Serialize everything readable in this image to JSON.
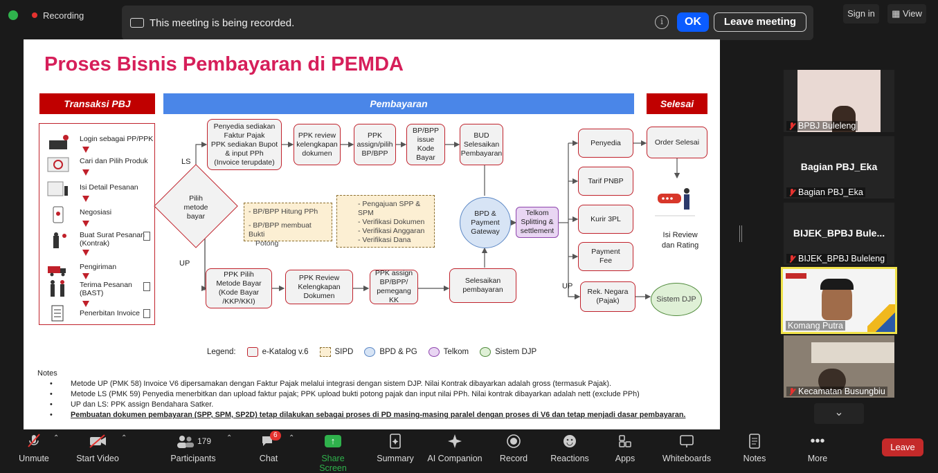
{
  "topbar": {
    "recording_label": "Recording",
    "banner_message": "This meeting is being recorded.",
    "ok_label": "OK",
    "leave_meeting_label": "Leave meeting",
    "sign_in_label": "Sign in",
    "view_label": "View"
  },
  "slide": {
    "title": "Proses Bisnis Pembayaran di PEMDA",
    "headers": {
      "transaksi": "Transaksi PBJ",
      "pembayaran": "Pembayaran",
      "selesai": "Selesai"
    },
    "left_steps": [
      "Login sebagai PP/PPK",
      "Cari dan Pilih Produk",
      "Isi Detail Pesanan",
      "Negosiasi",
      "Buat Surat Pesanan",
      "(Kontrak)",
      "Pengiriman",
      "Terima Pesanan",
      "(BAST)",
      "Penerbitan Invoice"
    ],
    "decision": [
      "Pilih",
      "metode",
      "bayar"
    ],
    "ls_label": "LS",
    "up_label": "UP",
    "up_label2": "UP",
    "ls_boxes": {
      "penyedia": [
        "Penyedia sediakan",
        "Faktur Pajak",
        "PPK sediakan Bupot",
        "& input PPh",
        "(Invoice terupdate)"
      ],
      "ppk_review": [
        "PPK review",
        "kelengkapan",
        "dokumen"
      ],
      "ppk_assign": [
        "PPK",
        "assign/pilih",
        "BP/BPP"
      ],
      "bp_issue": [
        "BP/BPP",
        "issue Kode",
        "Bayar"
      ],
      "bud": [
        "BUD",
        "Selesaikan",
        "Pembayaran"
      ]
    },
    "up_boxes": {
      "ppk_pilih": [
        "PPK Pilih",
        "Metode Bayar",
        "(Kode Bayar",
        "/KKP/KKI)"
      ],
      "ppk_review": [
        "PPK Review",
        "Kelengkapan",
        "Dokumen"
      ],
      "ppk_assign": [
        "PPK assign",
        "BP/BPP/",
        "pemegang KK"
      ],
      "selesaikan": [
        "Selesaikan",
        "pembayaran"
      ]
    },
    "sipd1": [
      "-  BP/BPP Hitung PPh",
      "-  BP/BPP membuat Bukti",
      "   Potong"
    ],
    "sipd2": [
      "-  Pengajuan SPP & SPM",
      "-  Verifikasi Dokumen",
      "-  Verifikasi Anggaran",
      "-  Verifikasi Dana"
    ],
    "bpd": [
      "BPD &",
      "Payment",
      "Gateway"
    ],
    "telkom": [
      "Telkom",
      "Splitting &",
      "settlement"
    ],
    "fees": {
      "penyedia": "Penyedia",
      "tarif": "Tarif PNBP",
      "kurir": "Kurir 3PL",
      "payment": [
        "Payment",
        "Fee"
      ],
      "rek": [
        "Rek. Negara",
        "(Pajak)"
      ]
    },
    "order_selesai": "Order Selesai",
    "review": [
      "Isi Review",
      "dan Rating"
    ],
    "sistem_djp": "Sistem DJP",
    "legend": {
      "label": "Legend:",
      "items": [
        "e-Katalog v.6",
        "SIPD",
        "BPD & PG",
        "Telkom",
        "Sistem DJP"
      ]
    },
    "notes_title": "Notes",
    "notes": [
      "Metode UP (PMK 58) Invoice V6 dipersamakan dengan Faktur Pajak melalui integrasi dengan sistem DJP. Nilai Kontrak dibayarkan adalah gross (termasuk Pajak).",
      "Metode LS (PMK 59) Penyedia menerbitkan dan upload faktur pajak; PPK upload bukti potong pajak dan input nilai PPh. Nilai kontrak dibayarkan adalah nett (exclude PPh)",
      "UP dan LS: PPK assign Bendahara Satker.",
      "Pembuatan dokumen pembayaran (SPP, SPM, SP2D) tetap dilakukan sebagai proses di PD masing-masing paralel dengan proses di V6 dan tetap menjadi dasar pembayaran."
    ]
  },
  "participants": [
    {
      "name": "BPBJ Buleleng"
    },
    {
      "name": "Bagian PBJ_Eka",
      "big": "Bagian PBJ_Eka"
    },
    {
      "name": "BIJEK_BPBJ Buleleng",
      "big": "BIJEK_BPBJ  Bule..."
    },
    {
      "name": "Komang Putra"
    },
    {
      "name": "Kecamatan Busungbiu"
    }
  ],
  "toolbar": {
    "unmute": "Unmute",
    "start_video": "Start Video",
    "participants": "Participants",
    "participants_count": "179",
    "chat": "Chat",
    "chat_badge": "6",
    "share": "Share Screen",
    "summary": "Summary",
    "ai": "AI Companion",
    "record": "Record",
    "reactions": "Reactions",
    "apps": "Apps",
    "whiteboards": "Whiteboards",
    "notes": "Notes",
    "more": "More",
    "leave": "Leave"
  },
  "colors": {
    "accent": "#0b5cff",
    "danger": "#c42a2a",
    "title": "#d61f5a",
    "header_red": "#c00000",
    "header_blue": "#4a86e8"
  }
}
